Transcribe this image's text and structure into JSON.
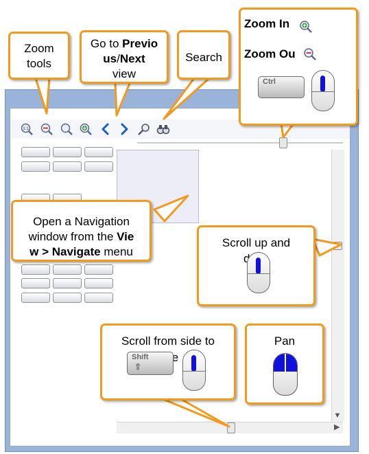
{
  "callouts": {
    "zoom_tools": {
      "line1": "Zoom",
      "line2": "tools"
    },
    "prev_next": {
      "line1_prefix": "Go to ",
      "line1_bold": "Previo",
      "line2_bold_a": "us",
      "line2_sep": "/",
      "line2_bold_b": "Next",
      "line3": "view"
    },
    "search": {
      "label": "Search"
    },
    "zoom_in_out": {
      "zoom_in": "Zoom In",
      "zoom_out": "Zoom Ou",
      "key": "Ctrl"
    },
    "navigation": {
      "line1": "Open a Navigation",
      "line2_prefix": "window from the ",
      "line2_bold": "Vie",
      "line3_bold": "w > Navigate",
      "line3_suffix": " menu"
    },
    "scroll_up_down": {
      "line1": "Scroll up and",
      "line2": "d"
    },
    "scroll_side": {
      "line1": "Scroll from side to",
      "line2_fragment": "le",
      "key": "Shift",
      "key_glyph": "⇧"
    },
    "pan": {
      "label": "Pan"
    }
  },
  "toolbar": {
    "zoom_reset_glyph": "1:1"
  },
  "scrollbars": {
    "down_arrow": "▼",
    "right_arrow": "▶"
  },
  "colors": {
    "callout_border": "#f29a1f",
    "window_frame": "#9ab3d8",
    "mouse_wheel": "#1111dd",
    "nav_arrow": "#1a5fc8"
  }
}
